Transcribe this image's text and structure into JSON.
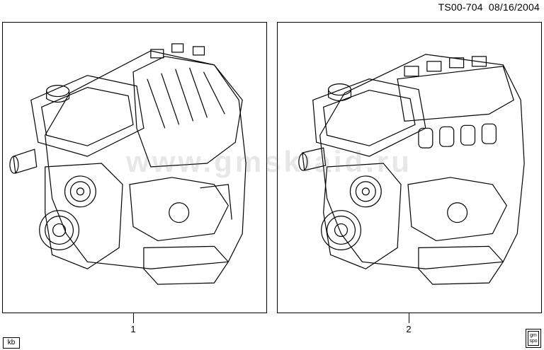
{
  "header": {
    "doc_code": "TS00-704",
    "date": "08/16/2004"
  },
  "callouts": [
    "1",
    "2"
  ],
  "watermark": "www.gmskiaid.ru",
  "footer": {
    "left_tag": "kb",
    "gm_logo_text": "gm spo"
  }
}
